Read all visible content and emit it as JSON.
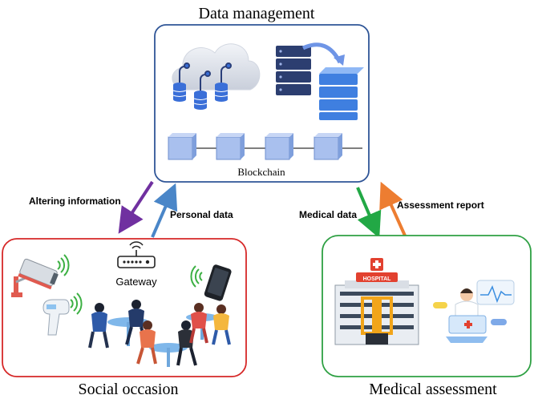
{
  "titles": {
    "data_management": "Data management",
    "social_occasion": "Social occasion",
    "medical_assessment": "Medical assessment"
  },
  "labels": {
    "blockchain": "Blockchain",
    "gateway": "Gateway",
    "hospital": "HOSPITAL"
  },
  "arrows": {
    "altering_information": "Altering information",
    "personal_data": "Personal data",
    "medical_data": "Medical data",
    "assessment_report": "Assessment report"
  },
  "colors": {
    "top_box_border": "#2f5597",
    "social_box_border": "#d62828",
    "medical_box_border": "#2ea043",
    "arrow_altering": "#7030a0",
    "arrow_personal": "#4a86c8",
    "arrow_medical": "#22a845",
    "arrow_report": "#ed7d31"
  }
}
